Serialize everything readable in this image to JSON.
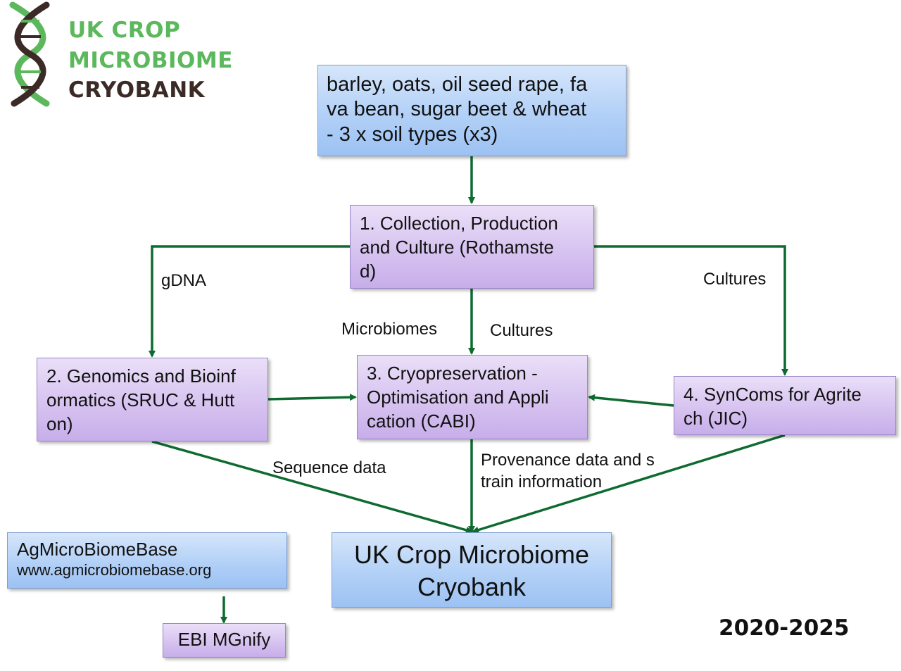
{
  "logo": {
    "line1": "UK CROP",
    "line2": "MICROBIOME",
    "line3": "CRYOBANK",
    "green": "#5cb85c",
    "dark": "#3b2a26",
    "icon": "dna-helix-icon"
  },
  "nodes": {
    "crops": "barley, oats, oil seed rape, fa\nva bean, sugar beet & wheat\n- 3 x soil types (x3)",
    "collection": "1. Collection, Production\nand Culture (Rothamste\nd)",
    "genomics": "2. Genomics and Bioinf\normatics (SRUC & Hutt\non)",
    "cryo": "3. Cryopreservation -\nOptimisation and Appli\ncation (CABI)",
    "syncoms": "4. SynComs for Agrite\nch (JIC)",
    "cryobank": "UK Crop Microbiome\nCryobank",
    "agmicro_title": "AgMicroBiomeBase",
    "agmicro_url": "www.agmicrobiomebase.org",
    "ebi": "EBI MGnify"
  },
  "edge_labels": {
    "gdna": "gDNA",
    "cultures_right": "Cultures",
    "microbiomes": "Microbiomes",
    "cultures_center": "Cultures",
    "sequence": "Sequence data",
    "provenance": "Provenance data and s\ntrain information"
  },
  "period": "2020-2025",
  "colors": {
    "arrow": "#0e6b30",
    "box_blue": "#b2d0f7",
    "box_purple": "#d7c3f0"
  }
}
